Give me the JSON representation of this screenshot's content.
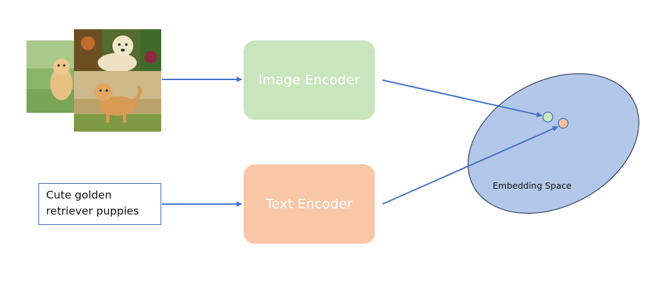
{
  "diagram": {
    "image_encoder_label": "Image Encoder",
    "text_encoder_label": "Text Encoder",
    "text_input": "Cute golden\nretriever puppies",
    "embedding_space_label": "Embedding Space"
  },
  "colors": {
    "image_encoder": "#c9e5bd",
    "text_encoder": "#f7c7a8",
    "embedding_space": "#b3c7ea",
    "arrow": "#4472c4",
    "image_point": "#cfe8c4",
    "text_point": "#f6c09c"
  }
}
